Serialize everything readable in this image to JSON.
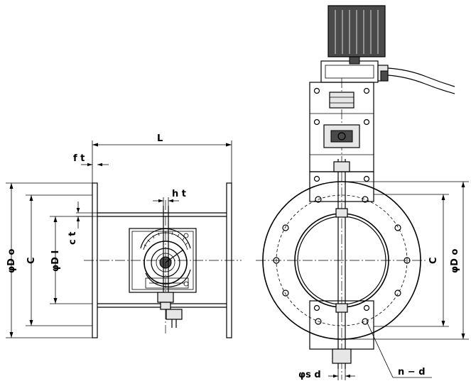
{
  "labels": {
    "L": "L",
    "ft": "f t",
    "ht": "h t",
    "ct": "c t",
    "phiDo_left": "φD o",
    "C_left": "C",
    "phiDI": "φD I",
    "C_right": "C",
    "phiDo_right": "φD o",
    "phisd": "φs d",
    "nd": "n − d"
  }
}
